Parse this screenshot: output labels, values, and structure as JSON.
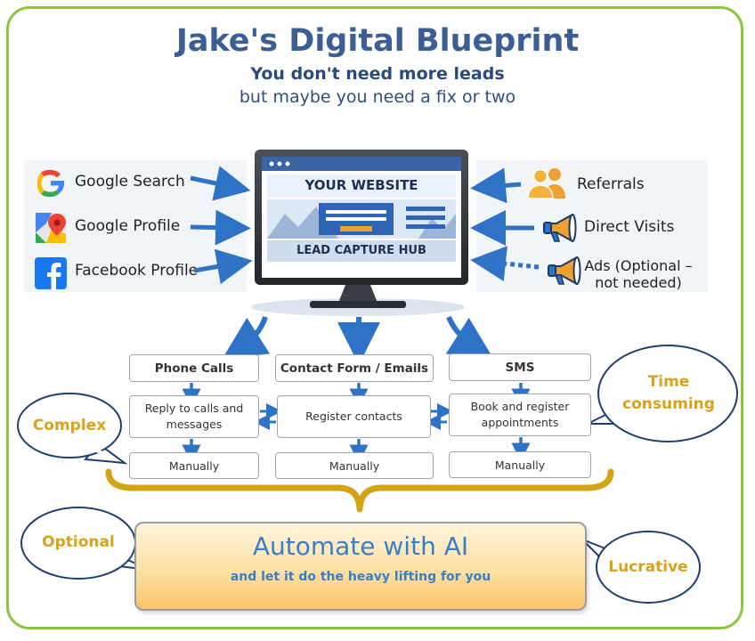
{
  "header": {
    "title": "Jake's Digital Blueprint",
    "subtitle": "You don't need more leads",
    "tagline": "but maybe you need a fix or two"
  },
  "sources_left": [
    {
      "label": "Google Search",
      "icon": "google-g-icon"
    },
    {
      "label": "Google Profile",
      "icon": "google-maps-icon"
    },
    {
      "label": "Facebook Profile",
      "icon": "facebook-icon"
    }
  ],
  "sources_right": [
    {
      "label": "Referrals",
      "icon": "people-icon"
    },
    {
      "label": "Direct Visits",
      "icon": "megaphone-icon"
    },
    {
      "label_line1": "Ads (Optional –",
      "label_line2": "not needed)",
      "icon": "megaphone-icon"
    }
  ],
  "monitor": {
    "heading": "YOUR WEBSITE",
    "caption": "LEAD CAPTURE HUB"
  },
  "columns": [
    {
      "channel": "Phone Calls",
      "action": "Reply to calls  and messages",
      "method": "Manually"
    },
    {
      "channel": "Contact Form / Emails",
      "action": "Register contacts",
      "method": "Manually"
    },
    {
      "channel": "SMS",
      "action": "Book and register appointments",
      "method": "Manually"
    }
  ],
  "bubbles": {
    "complex": "Complex",
    "time_line1": "Time",
    "time_line2": "consuming",
    "optional": "Optional",
    "lucrative": "Lucrative"
  },
  "automate": {
    "title": "Automate with AI",
    "subtitle": "and let it do the heavy lifting for you"
  },
  "colors": {
    "frame": "#8cc63f",
    "title": "#3b5f94",
    "arrow": "#2f73c7",
    "bracket": "#d4a417",
    "bubble_text": "#d9a21b",
    "automate_text": "#3a7fc6"
  }
}
